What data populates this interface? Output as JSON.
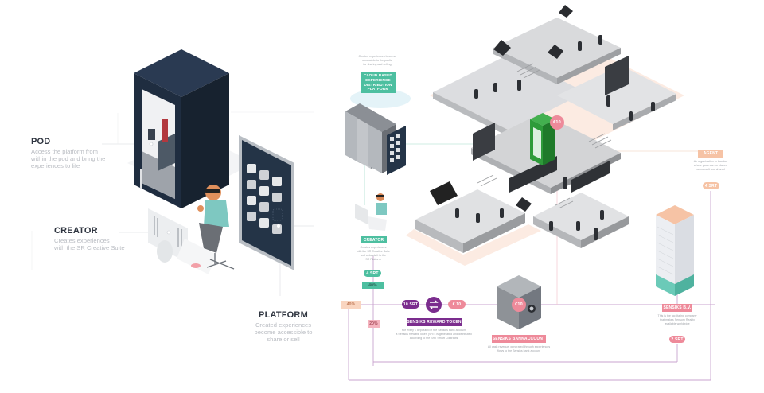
{
  "left_panel": {
    "pod": {
      "title": "POD",
      "description_lines": [
        "Access the platform from",
        "within the pod and bring the",
        "experiences to life"
      ]
    },
    "creator": {
      "title": "CREATOR",
      "description_lines": [
        "Creates experiences",
        "with the SR Creative Suite"
      ]
    },
    "platform": {
      "title": "PLATFORM",
      "description_lines": [
        "Created experiences",
        "become accessible to",
        "share or sell"
      ]
    }
  },
  "flow": {
    "cloud": {
      "caption_lines": [
        "Created experiences become",
        "accessible to the public",
        "for sharing and selling"
      ],
      "label_lines": [
        "CLOUD BASED",
        "EXPERIENCE",
        "DISTRIBUTION",
        "PLATFORM"
      ]
    },
    "creator": {
      "label": "CREATOR",
      "caption_lines": [
        "Creates experiences",
        "with the SR Creative Suite",
        "and uploads it to the",
        "SR Platform"
      ],
      "srt_badge": "4 SRT",
      "share_badge": "40%"
    },
    "left_share": "40%",
    "lower_share": "20%",
    "reward_token": {
      "srt_badge": "10 SRT",
      "exchange_icon": "exchange-arrows-icon",
      "euro_badge": "€ 10",
      "label": "SENSIKS REWARD TOKEN",
      "caption_lines": [
        "For every € deposited in the Sensiks bank account",
        "a Sensiks Reward Token (SRT) is generated and distributed",
        "according to the SRT Smart Contracts"
      ]
    },
    "bank_account": {
      "coin_label": "€10",
      "label": "SENSIKS BANKACCOUNT",
      "caption_lines": [
        "All cash revenue, generated through experiences",
        "flows to the Sensiks bank account"
      ]
    },
    "pod_payment": {
      "coin_label": "€10"
    },
    "agent": {
      "label": "AGENT",
      "caption_lines": [
        "An organisation or location",
        "where pods can be placed",
        "on consult and shared"
      ],
      "srt_badge": "4 SRT"
    },
    "sensiks_bv": {
      "label": "SENSIKS B.V.",
      "caption_lines": [
        "This is the facilitating company",
        "that makes Sensory Reality",
        "available worldwide"
      ],
      "srt_badge": "2 SRT"
    }
  },
  "colors": {
    "teal": "#4dbfa0",
    "purple": "#7b2d8e",
    "pink": "#ee8a9a",
    "peach": "#f6c3a5",
    "pod_green": "#2e9b3a",
    "pod_dark": "#1f2d40",
    "line_purple": "#c9a3cf"
  }
}
